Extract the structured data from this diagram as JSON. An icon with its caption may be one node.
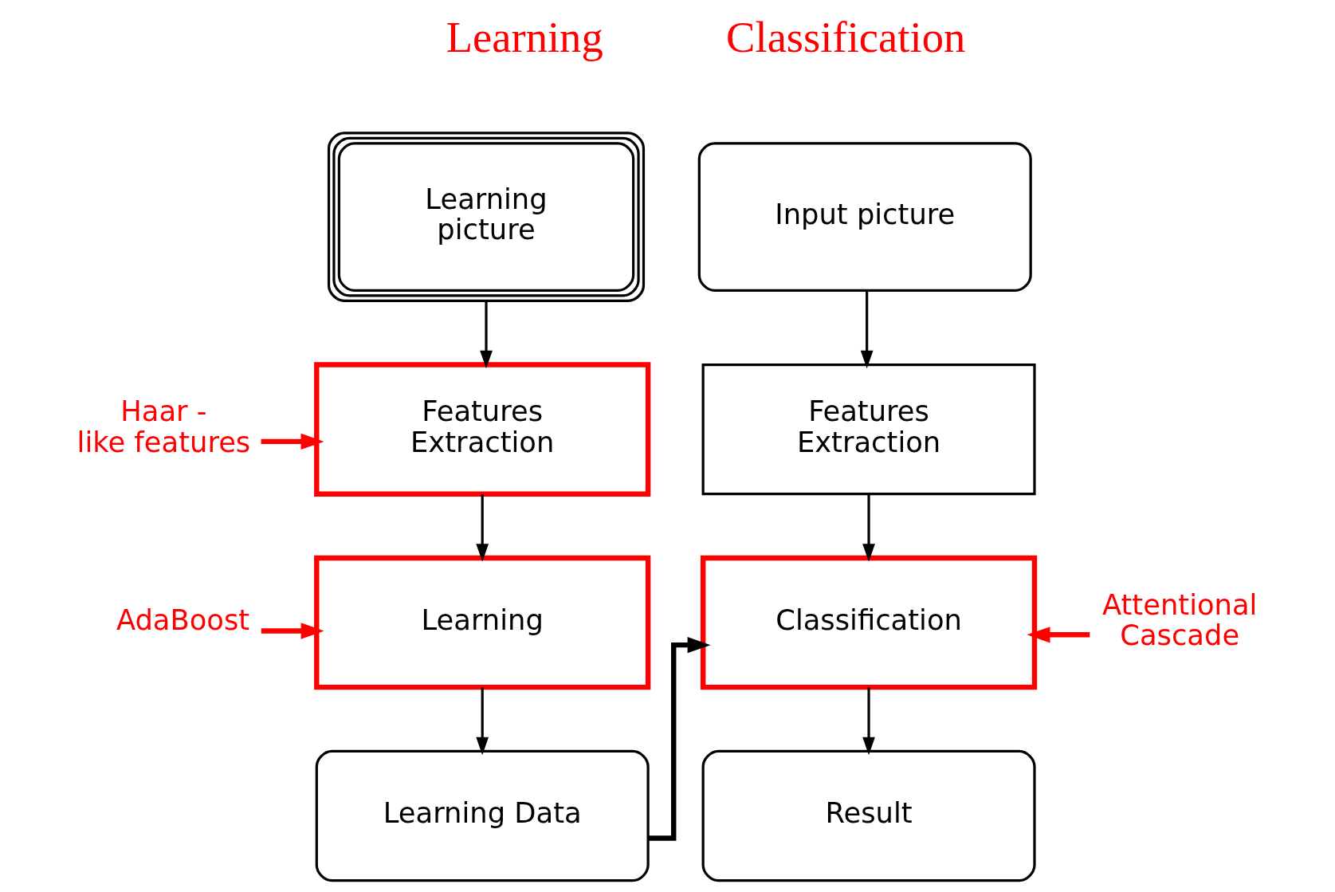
{
  "diagram": {
    "nodes": [
      {
        "text": [
          "Learning picture"
        ]
      },
      {
        "text": [
          "Features Extraction"
        ]
      },
      {
        "text": [
          "Learning"
        ]
      },
      {
        "text": [
          "Learning Data"
        ]
      },
      {
        "text": [
          "Input picture"
        ]
      },
      {
        "text": [
          "Features Extraction"
        ]
      },
      {
        "text": [
          "Classification"
        ]
      },
      {
        "text": [
          "Result"
        ]
      },
      {
        "text": [
          "Haar - like features"
        ]
      },
      {
        "text": [
          "AdaBoost"
        ]
      },
      {
        "text": [
          "Attentional Cascade"
        ]
      }
    ],
    "edges": [
      {
        "from": 0,
        "to": 1,
        "arrow": "to"
      },
      {
        "from": 1,
        "to": 2,
        "arrow": "to"
      },
      {
        "from": 2,
        "to": 3,
        "arrow": "to"
      },
      {
        "from": 4,
        "to": 5,
        "arrow": "to"
      },
      {
        "from": 5,
        "to": 6,
        "arrow": "to"
      },
      {
        "from": 6,
        "to": 7,
        "arrow": "to"
      },
      {
        "from": 3,
        "to": 6,
        "arrow": "to",
        "style": "thick"
      },
      {
        "from": 8,
        "to": 1,
        "arrow": "to",
        "style": "thick",
        "color": "#ff0000"
      },
      {
        "from": 9,
        "to": 2,
        "arrow": "to",
        "style": "thick",
        "color": "#ff0000"
      },
      {
        "from": 10,
        "to": 6,
        "arrow": "to",
        "style": "thick",
        "color": "#ff0000"
      }
    ],
    "labels": [
      "Learning",
      "Classification"
    ]
  }
}
